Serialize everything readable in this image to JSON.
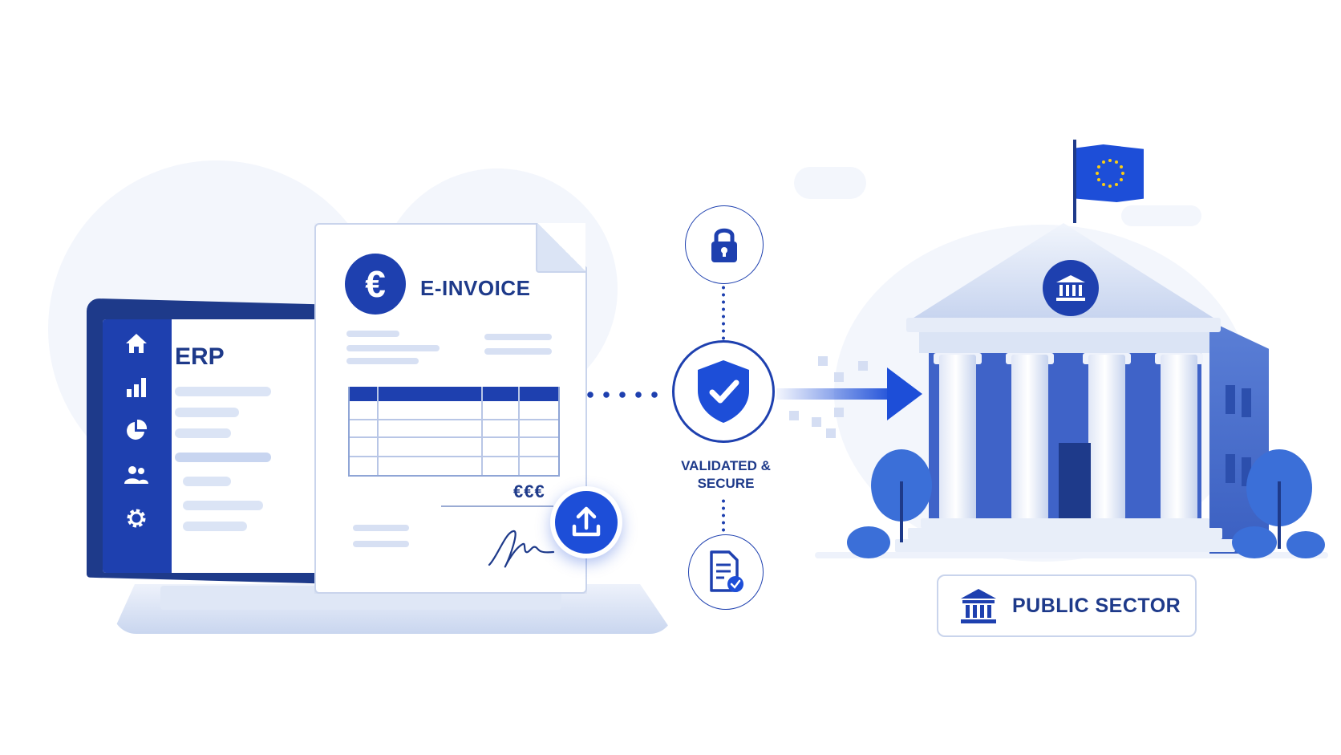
{
  "erp": {
    "title": "ERP",
    "nav_icons": [
      "home-icon",
      "bar-chart-icon",
      "pie-chart-icon",
      "users-icon",
      "gear-icon"
    ]
  },
  "invoice": {
    "title": "E-INVOICE",
    "currency_symbol": "€",
    "amount": "€€€",
    "signature_glyph": "signature"
  },
  "validation": {
    "label_line1": "VALIDATED &",
    "label_line2": "SECURE",
    "icons": [
      "lock-icon",
      "shield-check-icon",
      "document-check-icon"
    ]
  },
  "destination": {
    "label": "PUBLIC SECTOR",
    "flag": "eu-flag"
  },
  "colors": {
    "primary": "#1e40af",
    "bright": "#1d4ed8",
    "dark": "#1e3a8a",
    "light": "#dbe4f5"
  }
}
